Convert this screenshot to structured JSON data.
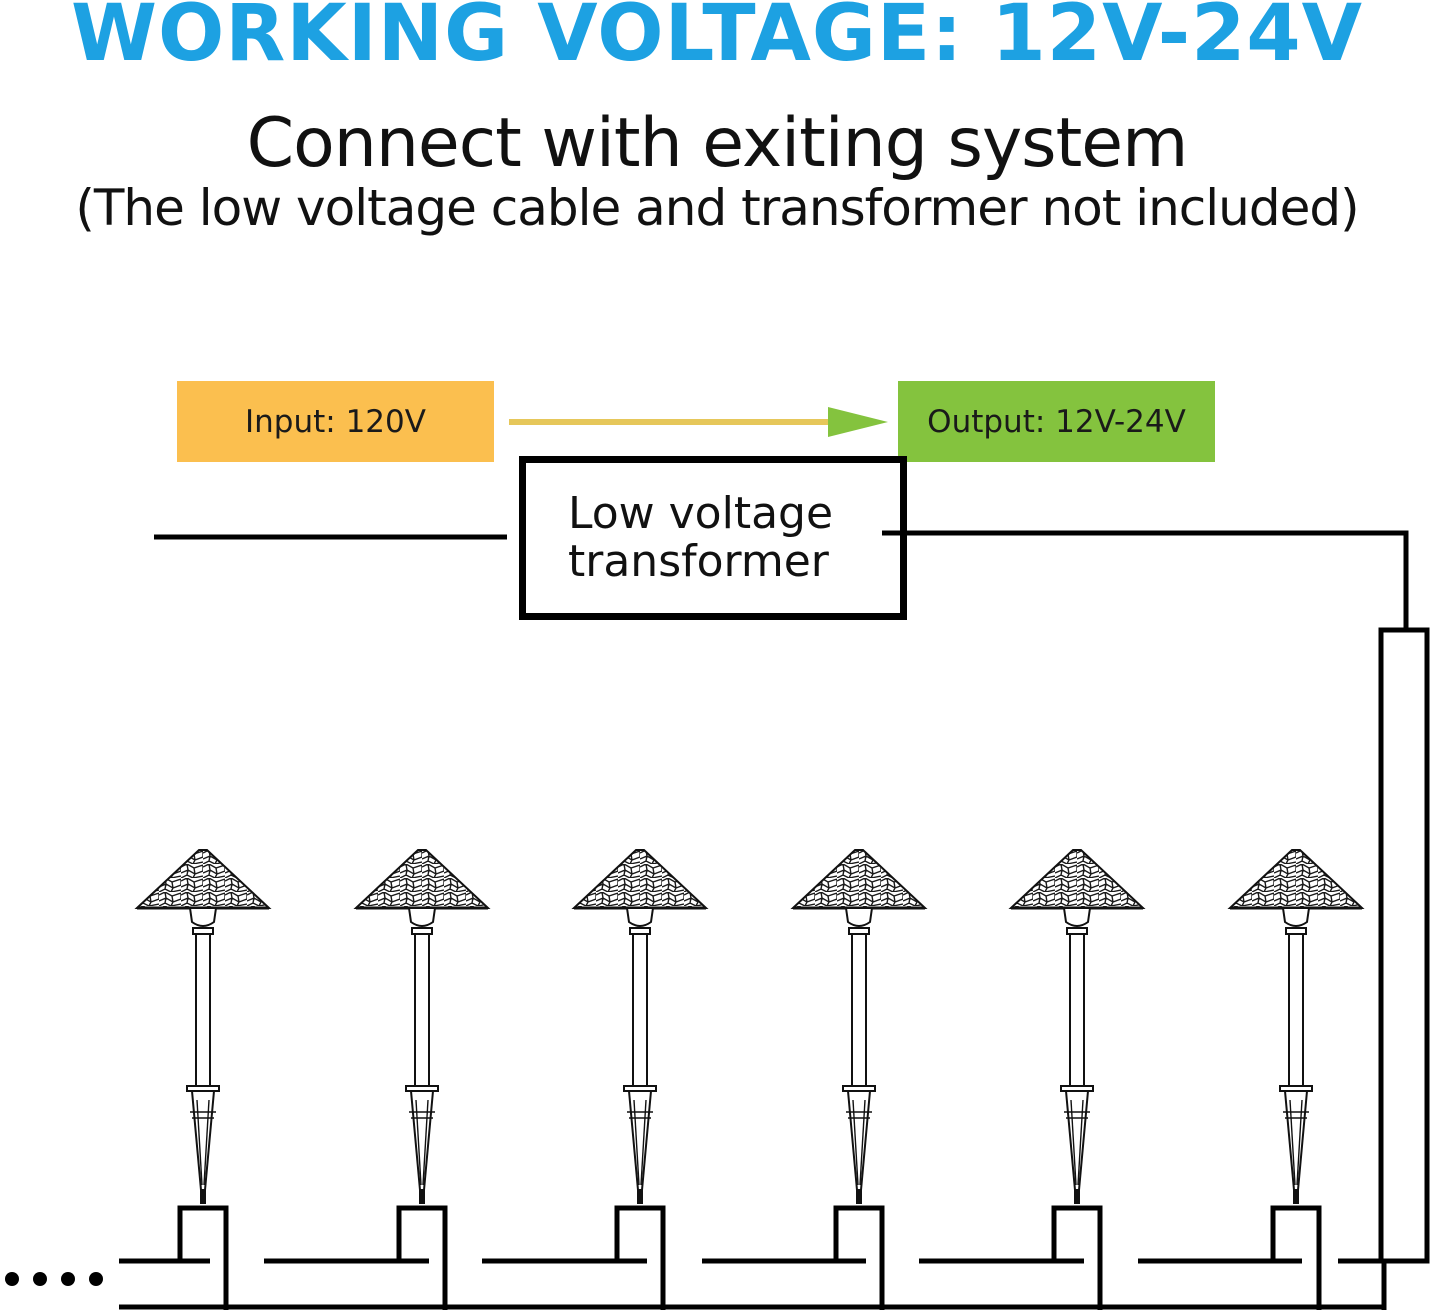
{
  "header": {
    "title": "WORKING VOLTAGE: 12V-24V",
    "subtitle": "Connect with exiting system",
    "note": "(The low voltage cable and transformer not included)"
  },
  "flow": {
    "input_label": "Input: 120V",
    "output_label": "Output: 12V-24V",
    "transformer_line1": "Low voltage",
    "transformer_line2": "transformer"
  },
  "colors": {
    "title": "#1da1e2",
    "input_badge": "#fbbf4f",
    "output_badge": "#84c33e",
    "arrow_shaft": "#e6c75a",
    "arrow_head": "#84c33e",
    "wire": "#000000"
  },
  "lamps": [
    {
      "name": "path-light-1"
    },
    {
      "name": "path-light-2"
    },
    {
      "name": "path-light-3"
    },
    {
      "name": "path-light-4"
    },
    {
      "name": "path-light-5"
    },
    {
      "name": "path-light-6"
    }
  ],
  "continuation_icon": "ellipsis-dots-icon"
}
